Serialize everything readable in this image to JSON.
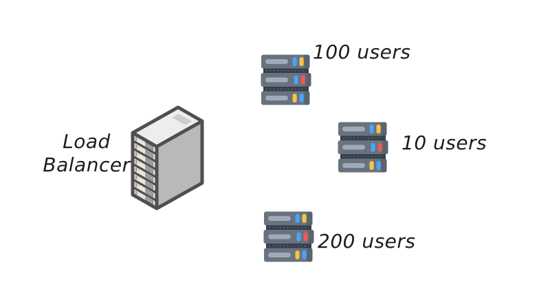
{
  "diagram": {
    "title": "load-balancer-architecture",
    "load_balancer": {
      "label": "Load Balancer",
      "icon": "server-tower-icon"
    },
    "servers": [
      {
        "label": "100 users",
        "icon": "server-stack-icon"
      },
      {
        "label": "10 users",
        "icon": "server-stack-icon"
      },
      {
        "label": "200 users",
        "icon": "server-stack-icon"
      }
    ]
  },
  "colors": {
    "background": "#ffffff",
    "text": "#1c1c1c",
    "tower_frame": "#4f4f4f",
    "tower_top": "#ededed",
    "tower_top_inset": "#cdcdcd",
    "tower_side": "#b9b9b9",
    "tower_slot_bar": "#e8e6e3",
    "tower_vent": "#a0a0a0",
    "stack_body": "#68737f",
    "stack_cap": "#59646f",
    "stack_slot": "#9fabb6",
    "stack_strip": "#353f49",
    "stack_strip_dash": "#6a7580",
    "led_blue": "#4da3f5",
    "led_yellow": "#f6c445",
    "led_red": "#f25757",
    "dot_red": "#d9534f",
    "dot_yellow": "#f0c04a",
    "dot_blue": "#4a90e0"
  }
}
